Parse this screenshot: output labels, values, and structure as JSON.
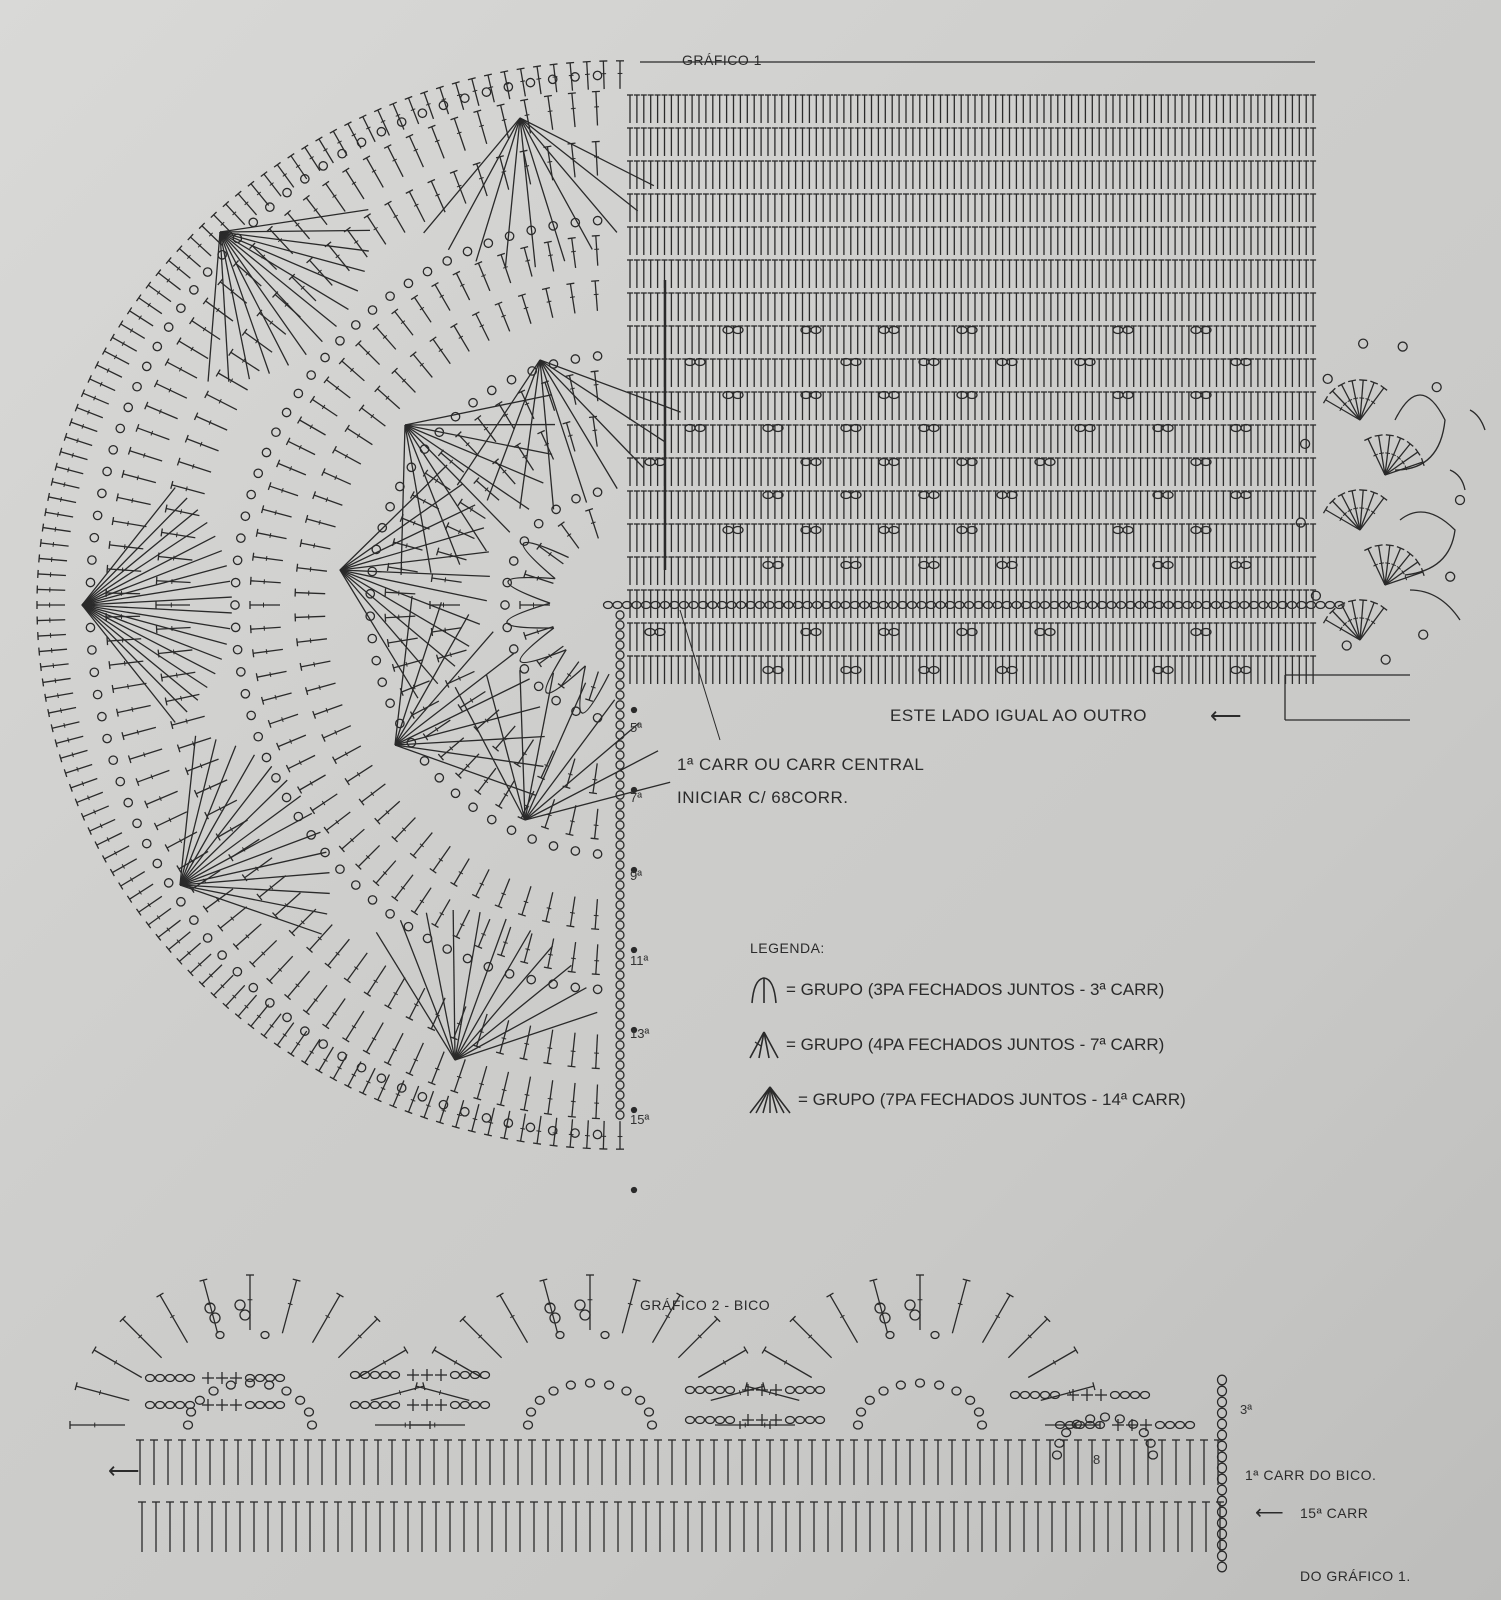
{
  "graph1": {
    "title": "GRÁFICO 1",
    "side_note": "ESTE LADO IGUAL AO OUTRO",
    "start_note_line1": "1ª CARR OU CARR CENTRAL",
    "start_note_line2": "INICIAR C/ 68CORR.",
    "row_numbers": [
      "5ª",
      "7ª",
      "9ª",
      "11ª",
      "13ª",
      "15ª"
    ]
  },
  "legend": {
    "title": "LEGENDA:",
    "items": [
      {
        "icon": "group-3dc-icon",
        "text": "= GRUPO (3PA FECHADOS JUNTOS - 3ª CARR)"
      },
      {
        "icon": "group-4dc-icon",
        "text": "= GRUPO (4PA FECHADOS JUNTOS - 7ª CARR)"
      },
      {
        "icon": "group-7dc-icon",
        "text": "= GRUPO (7PA FECHADOS JUNTOS - 14ª CARR)"
      }
    ]
  },
  "graph2": {
    "title": "GRÁFICO 2 - BICO",
    "row_label_3": "3ª",
    "row_label_8": "8",
    "first_row_note": "1ª CARR DO BICO.",
    "from_row_line1": "15ª CARR",
    "from_row_line2": "DO GRÁFICO 1."
  },
  "colors": {
    "ink": "#2a2a2a",
    "paper": "#d3d3d1"
  }
}
